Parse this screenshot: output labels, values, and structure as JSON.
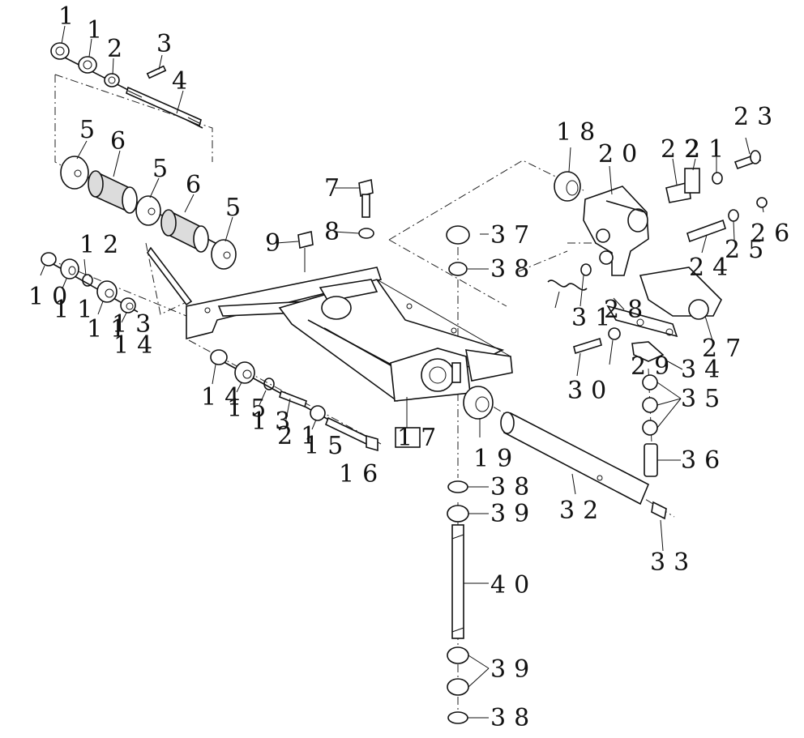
{
  "diagram": {
    "callouts": {
      "c1a": "1",
      "c1b": "1",
      "c2a": "2",
      "c3a": "3",
      "c4a": "4",
      "c5a": "5",
      "c6a": "6",
      "c5b": "5",
      "c6b": "6",
      "c5c": "5",
      "c7": "7",
      "c8": "8",
      "c9": "9",
      "c10": "10",
      "c11a": "11",
      "c12": "12",
      "c13": "13",
      "c14": "14",
      "c15": "15",
      "c16": "16",
      "c17": "17",
      "c18": "18",
      "c19": "19",
      "c20": "20",
      "c21": "21",
      "c22": "22",
      "c23": "23",
      "c24": "24",
      "c25": "25",
      "c26": "26",
      "c27": "27",
      "c28": "28",
      "c29": "29",
      "c30": "30",
      "c31": "31",
      "c32": "32",
      "c33": "33",
      "c34": "34",
      "c35": "35",
      "c36": "36",
      "c37": "37",
      "c38a": "38",
      "c38b": "38",
      "c38c": "38",
      "c39a": "39",
      "c39b": "39",
      "c40": "40",
      "c11b": "11",
      "c13b": "13",
      "c14b": "14",
      "c15b": "15",
      "c21b": "21"
    }
  }
}
